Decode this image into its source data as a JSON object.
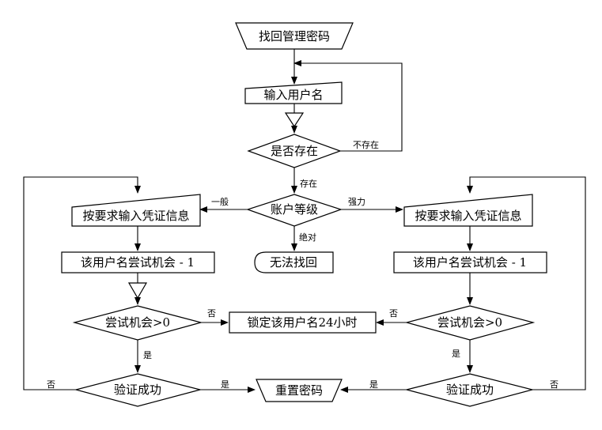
{
  "nodes": {
    "start": "找回管理密码",
    "input_username": "输入用户名",
    "exists_check": "是否存在",
    "account_level": "账户等级",
    "left_input": "按要求输入凭证信息",
    "right_input": "按要求输入凭证信息",
    "cannot_recover": "无法找回",
    "left_decrement": "该用户名尝试机会 - 1",
    "right_decrement": "该用户名尝试机会 - 1",
    "left_attempts_check": "尝试机会>0",
    "right_attempts_check": "尝试机会>0",
    "lock_account": "锁定该用户名24小时",
    "left_verify": "验证成功",
    "right_verify": "验证成功",
    "reset_password": "重置密码"
  },
  "edge_labels": {
    "not_exists": "不存在",
    "exists": "存在",
    "normal": "一般",
    "strong": "强力",
    "absolute": "绝对",
    "left_no_lock": "否",
    "right_no_lock": "否",
    "left_yes_verify": "是",
    "right_yes_verify": "是",
    "left_verify_no": "否",
    "right_verify_no": "否",
    "left_verify_yes": "是",
    "right_verify_yes": "是"
  }
}
